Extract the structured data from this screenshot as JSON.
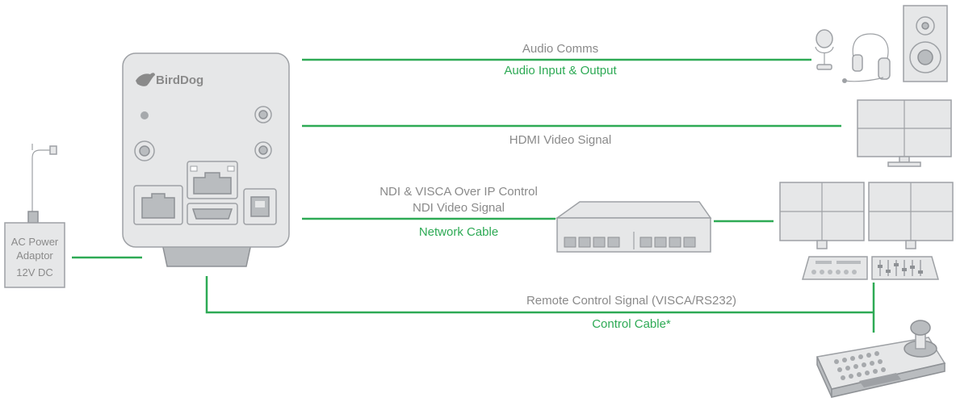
{
  "camera": {
    "brand": "BirdDog"
  },
  "power_adaptor": {
    "line1": "AC Power",
    "line2": "Adaptor",
    "line3": "12V DC"
  },
  "links": {
    "audio": {
      "signal": "Audio Comms",
      "cable": "Audio Input & Output"
    },
    "hdmi": {
      "signal": "HDMI Video Signal"
    },
    "network": {
      "signal_line1": "NDI & VISCA Over IP Control",
      "signal_line2": "NDI Video Signal",
      "cable": "Network Cable"
    },
    "control": {
      "signal": "Remote Control Signal (VISCA/RS232)",
      "cable": "Control Cable*"
    }
  },
  "colors": {
    "cable": "#2eaa55",
    "label": "#8a8a8a",
    "device_fill": "#e6e7e8",
    "device_stroke": "#9ea1a5"
  }
}
